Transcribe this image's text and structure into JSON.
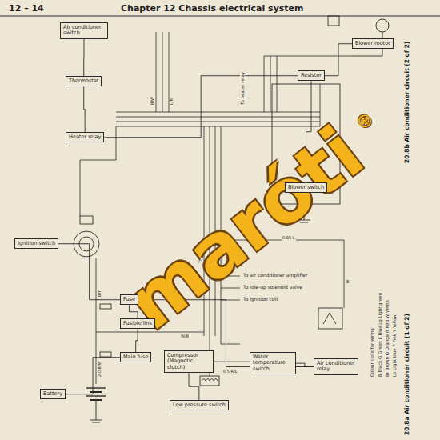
{
  "diagram": {
    "title": "Chapter 12   Chassis electrical system",
    "caption": "20.8a  Air conditioner circuit (1 of 2)",
    "nodes": [
      {
        "text": [
          "Air conditioner switch"
        ]
      },
      {
        "text": [
          "Thermostat"
        ]
      },
      {
        "text": [
          "Heater relay"
        ]
      },
      {
        "text": [
          "Blower motor"
        ]
      },
      {
        "text": [
          "Resistor"
        ]
      },
      {
        "text": [
          "Blower switch"
        ]
      },
      {
        "text": [
          "Ignition switch"
        ]
      },
      {
        "text": [
          "Fuse"
        ]
      },
      {
        "text": [
          "Fusible link"
        ]
      },
      {
        "text": [
          "Main fuse"
        ]
      },
      {
        "text": [
          "Battery"
        ]
      },
      {
        "text": [
          "Compressor (Magnetic clutch)"
        ]
      },
      {
        "text": [
          "Low pressure switch"
        ]
      },
      {
        "text": [
          "Water temperature switch"
        ]
      },
      {
        "text": [
          "Air conditioner relay"
        ]
      }
    ],
    "edges": [
      {
        "from": 0,
        "to": 1,
        "arrow": "none"
      },
      {
        "from": 1,
        "to": 2,
        "arrow": "none"
      },
      {
        "from": 2,
        "to": 4,
        "arrow": "none"
      },
      {
        "from": 4,
        "to": 5,
        "arrow": "none"
      },
      {
        "from": 4,
        "to": 3,
        "arrow": "none"
      },
      {
        "from": 6,
        "to": 7,
        "arrow": "none"
      },
      {
        "from": 10,
        "to": 9,
        "arrow": "none"
      },
      {
        "from": 9,
        "to": 8,
        "arrow": "none"
      },
      {
        "from": 8,
        "to": 7,
        "arrow": "none"
      },
      {
        "from": 7,
        "to": 14,
        "arrow": "none"
      },
      {
        "from": 14,
        "to": 11,
        "arrow": "none"
      },
      {
        "from": 11,
        "to": 12,
        "arrow": "none"
      },
      {
        "from": 13,
        "to": 14,
        "arrow": "none"
      }
    ],
    "labels": [
      "12 – 14",
      "20.8b  Air conditioner circuit (2 of 2)",
      "Colour code for wiring",
      "B  Black    G  Green    L  Blue    Lg  Light green",
      "Br  Brown    O  Orange    R  Red    W  White",
      "Lb  Light blue    P  Pink    Y  Yellow",
      "To air conditioner amplifier",
      "To idle-up solenoid valve",
      "To ignition coil",
      "To heater relay",
      "B/W",
      "L/R",
      "Y/G",
      "G/B",
      "B/Y",
      "W/R",
      "0.85 L",
      "2.0 B/W",
      "0.5 R/L",
      "B",
      "maróti",
      "®"
    ]
  }
}
